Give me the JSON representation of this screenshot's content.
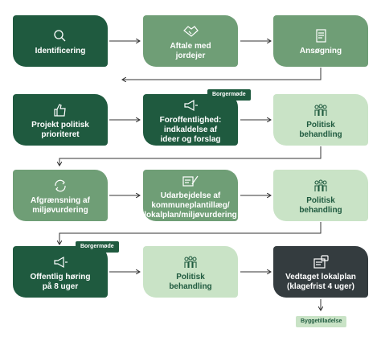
{
  "boxes": {
    "identificering": "Identificering",
    "aftale": "Aftale med\njordejer",
    "ansoegning": "Ansøgning",
    "projekt": "Projekt politisk\nprioriteret",
    "foroffentlighed": "Foroffentlighed:\nindkaldelse af\nideer og forslag",
    "politisk1": "Politisk\nbehandling",
    "afgraensning": "Afgrænsning af\nmiljøvurdering",
    "udarbejdelse": "Udarbejdelse af\nkommuneplantillæg/\nlokalplan/miljøvurdering",
    "politisk2": "Politisk\nbehandling",
    "offentlig": "Offentlig høring\npå 8 uger",
    "politisk3": "Politisk\nbehandling",
    "vedtaget": "Vedtaget lokalplan\n(klagefrist 4 uger)"
  },
  "tags": {
    "borgermoede1": "Borgermøde",
    "borgermoede2": "Borgermøde",
    "byggetilladelse": "Byggetilladelse"
  },
  "icons": {
    "identificering": "magnifier-icon",
    "aftale": "handshake-icon",
    "ansoegning": "document-icon",
    "projekt": "thumbs-up-icon",
    "foroffentlighed": "megaphone-icon",
    "politisk1": "people-group-icon",
    "afgraensning": "cycle-leaf-icon",
    "udarbejdelse": "documents-pen-icon",
    "politisk2": "people-group-icon",
    "offentlig": "megaphone-icon",
    "politisk3": "people-group-icon",
    "vedtaget": "approved-document-icon"
  },
  "colors": {
    "dark_green": "#1f5a3f",
    "mid_green": "#6f9e76",
    "light_green": "#c9e3c6",
    "dark_slate": "#343c3f"
  }
}
